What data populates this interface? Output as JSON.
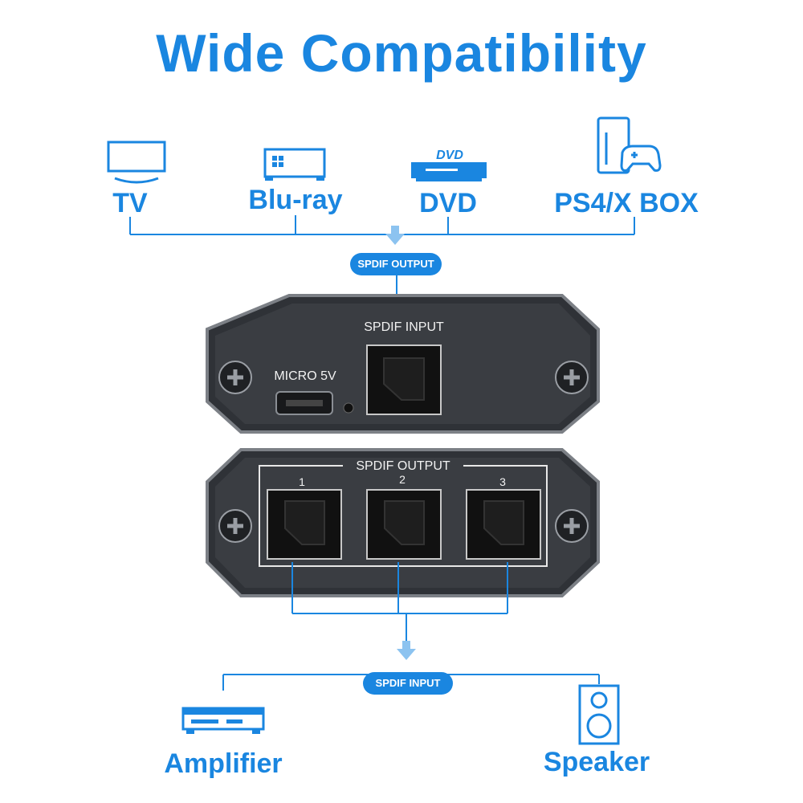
{
  "title": "Wide Compatibility",
  "sources": [
    {
      "label": "TV",
      "icon": "tv-icon"
    },
    {
      "label": "Blu-ray",
      "icon": "blu-ray-player-icon"
    },
    {
      "label": "DVD",
      "icon": "dvd-player-icon"
    },
    {
      "label": "PS4/X BOX",
      "icon": "game-console-icon"
    }
  ],
  "dvd_logo_text": "DVD",
  "top_pill": "SPDIF OUTPUT",
  "device": {
    "top_unit": {
      "input_label": "SPDIF INPUT",
      "power_label": "MICRO 5V"
    },
    "bottom_unit": {
      "output_label": "SPDIF OUTPUT",
      "ports": [
        "1",
        "2",
        "3"
      ]
    }
  },
  "bottom_pill": "SPDIF INPUT",
  "sinks": [
    {
      "label": "Amplifier",
      "icon": "amplifier-icon"
    },
    {
      "label": "Speaker",
      "icon": "speaker-icon"
    }
  ],
  "colors": {
    "accent": "#1a86e0",
    "device_body": "#3a3d42",
    "device_rim": "#8a8e94"
  }
}
